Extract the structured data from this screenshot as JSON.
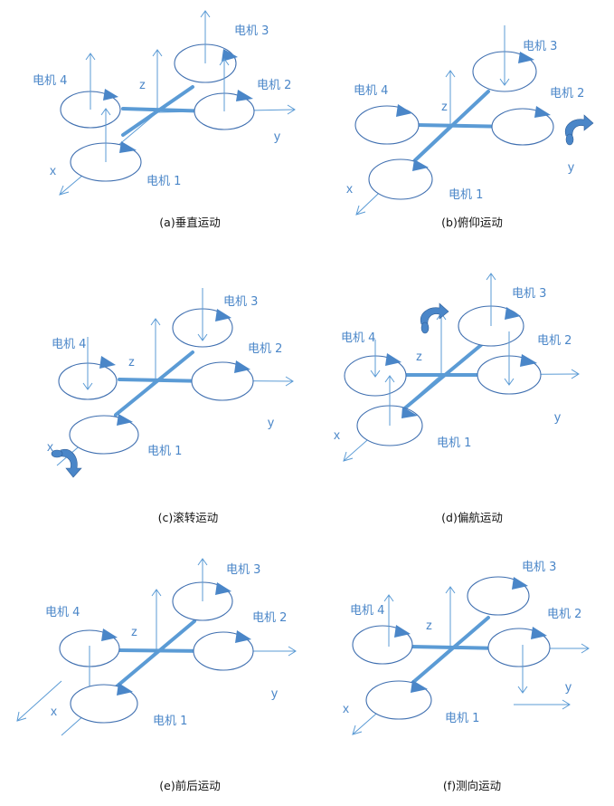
{
  "labels": {
    "motor1": "电机 1",
    "motor2": "电机 2",
    "motor3": "电机 3",
    "motor4": "电机 4",
    "axis_x": "x",
    "axis_y": "y",
    "axis_z": "z"
  },
  "panels": [
    {
      "caption": "(a)垂直运动"
    },
    {
      "caption": "(b)俯仰运动"
    },
    {
      "caption": "(c)滚转运动"
    },
    {
      "caption": "(d)偏航运动"
    },
    {
      "caption": "(e)前后运动"
    },
    {
      "caption": "(f)测向运动"
    }
  ],
  "colors": {
    "line": "#5b9bd5",
    "text": "#4a86c8",
    "caption": "#111111"
  }
}
